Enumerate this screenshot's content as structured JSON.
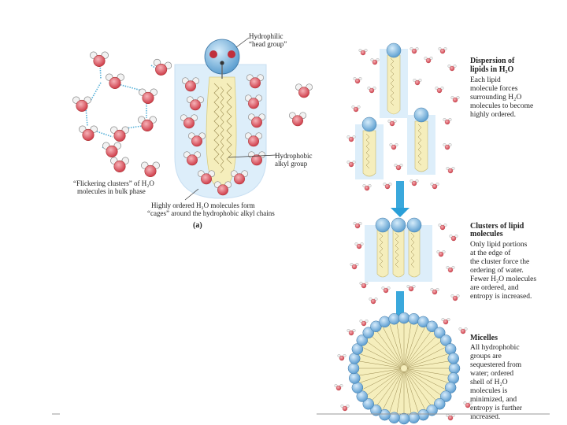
{
  "panel_a": {
    "head_label_1": "Hydrophilic",
    "head_label_2": "“head group”",
    "tail_label_1": "Hydrophobic",
    "tail_label_2": "alkyl group",
    "cluster_caption_1": "“Flickering clusters” of H₂O",
    "cluster_caption_2": "molecules in bulk phase",
    "cage_caption_1": "Highly ordered H₂O molecules form",
    "cage_caption_2": "“cages” around the hydrophobic alkyl chains",
    "panel_letter": "(a)"
  },
  "panel_b": {
    "dispersion_title_1": "Dispersion of",
    "dispersion_title_2": "lipids in H₂O",
    "dispersion_body": [
      "Each lipid",
      "molecule forces",
      "surrounding H₂O",
      "molecules to become",
      "highly ordered."
    ],
    "clusters_title_1": "Clusters of lipid",
    "clusters_title_2": "molecules",
    "clusters_body": [
      "Only lipid portions",
      "at the edge of",
      "the cluster force the",
      "ordering of water.",
      "Fewer H₂O molecules",
      "are ordered, and",
      "entropy is increased."
    ],
    "micelles_title": "Micelles",
    "micelles_body": [
      "All hydrophobic",
      "groups are",
      "sequestered from",
      "water; ordered",
      "shell of H₂O",
      "molecules is",
      "minimized, and",
      "entropy is further",
      "increased."
    ]
  },
  "colors": {
    "water_oxygen": "#e0606a",
    "water_hydrogen": "#f0f0f0",
    "lipid_head": "#7ab4dc",
    "lipid_tail": "#f5eebc",
    "cage_region": "#ddeefa",
    "arrow": "#2a9fd8"
  }
}
